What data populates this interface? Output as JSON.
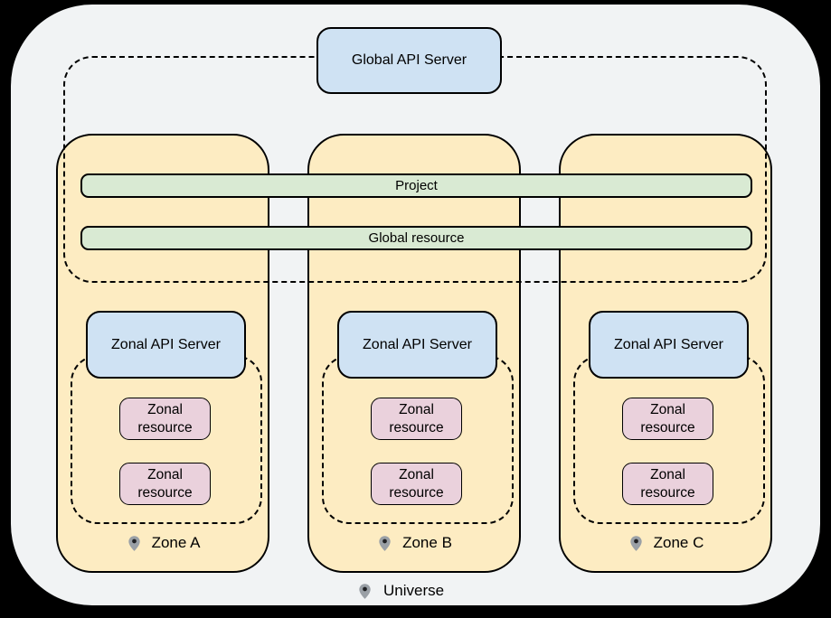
{
  "colors": {
    "page_background": "#000000",
    "container_background": "#f1f3f4",
    "zone_fill": "#fdecc2",
    "api_server_fill": "#cfe2f3",
    "resource_fill": "#ead1dc",
    "bar_fill": "#d9ead3",
    "border": "#000000",
    "pin_gray": "#9aa0a6",
    "pin_dot": "#202124"
  },
  "diagram": {
    "global_api_server_label": "Global API Server",
    "project_label": "Project",
    "global_resource_label": "Global resource",
    "universe_label": "Universe",
    "zones": [
      {
        "name": "Zone A",
        "api_server_label": "Zonal API Server",
        "resources": [
          "Zonal resource",
          "Zonal resource"
        ]
      },
      {
        "name": "Zone B",
        "api_server_label": "Zonal API Server",
        "resources": [
          "Zonal resource",
          "Zonal resource"
        ]
      },
      {
        "name": "Zone C",
        "api_server_label": "Zonal API Server",
        "resources": [
          "Zonal resource",
          "Zonal resource"
        ]
      }
    ]
  }
}
